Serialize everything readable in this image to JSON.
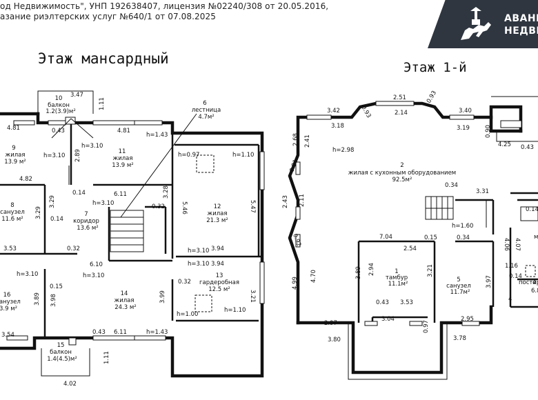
{
  "header": {
    "line1": "од Недвижимость\", УНП 192638407, лицензия №02240/308 от 20.05.2016,",
    "line2": "азание риэлтерских услуг №640/1 от 07.08.2025"
  },
  "logo": {
    "line1": "АВАНГ",
    "line2": "НЕДВИ",
    "icon": "knight-on-horse-icon"
  },
  "titles": {
    "attic": "Этаж мансардный",
    "first": "Этаж 1-й"
  },
  "attic_rooms": {
    "r10": {
      "num": "10",
      "name": "балкон",
      "area": "1.2(3.9)м²"
    },
    "r9": {
      "num": "9",
      "name": "жилая",
      "area": "13.9 м²"
    },
    "r11": {
      "num": "11",
      "name": "жилая",
      "area": "13.9 м²"
    },
    "r6": {
      "num": "6",
      "name": "лестница",
      "area": "4.7м²"
    },
    "r8": {
      "num": "8",
      "name": "санузел",
      "area": "11.6 м²"
    },
    "r7": {
      "num": "7",
      "name": "коридор",
      "area": "13.6 м²"
    },
    "r12": {
      "num": "12",
      "name": "жилая",
      "area": "21.3 м²"
    },
    "r13": {
      "num": "13",
      "name": "гардеробная",
      "area": "12.5 м²"
    },
    "r16": {
      "num": "16",
      "name": "санузел",
      "area": "3.9 м²"
    },
    "r14": {
      "num": "14",
      "name": "жилая",
      "area": "24.3 м²"
    },
    "r15": {
      "num": "15",
      "name": "балкон",
      "area": "1.4(4.5)м²"
    }
  },
  "first_rooms": {
    "r2": {
      "num": "2",
      "name": "жилая с кухонным оборудованием",
      "area": "92.5м²"
    },
    "r1": {
      "num": "1",
      "name": "тамбур",
      "area": "11.1м²"
    },
    "r5": {
      "num": "5",
      "name": "санузел",
      "area": "11.7м²"
    },
    "r4": {
      "num": "4",
      "name": "постир",
      "area": "6.8"
    },
    "r3": {
      "num": "м"
    }
  },
  "heights": {
    "h310": "h=3.10",
    "h143": "h=1.43",
    "h097": "h=0.97",
    "h110": "h=1.10",
    "h100": "h=1.00",
    "h298": "h=2.98",
    "h160": "h=1.60"
  },
  "attic_dims": {
    "d347": "3.47",
    "d111a": "1.11",
    "d481a": "4.81",
    "d043a": "0.43",
    "d481b": "4.81",
    "d289": "2.89",
    "d482": "4.82",
    "d014a": "0.14",
    "d611a": "6.11",
    "d329a": "3.29",
    "d329b": "3.29",
    "d014b": "0.14",
    "d328": "3.28",
    "d546": "5.46",
    "d032a": "0.32",
    "d547": "5.47",
    "d353": "3.53",
    "d032b": "0.32",
    "d394a": "3.94",
    "d394b": "3.94",
    "d610": "6.10",
    "d015": "0.15",
    "d032c": "0.32",
    "d399": "3.99",
    "d321": "3.21",
    "d389": "3.89",
    "d398": "3.98",
    "d354": "3.54",
    "d043b": "0.43",
    "d611b": "6.11",
    "d111b": "1.11",
    "d402": "4.02"
  },
  "first_dims": {
    "d342": "3.42",
    "d318": "3.18",
    "d093a": "0.93",
    "d251": "2.51",
    "d214": "2.14",
    "d093b": "0.93",
    "d340": "3.40",
    "d319": "3.19",
    "d090": "0.90",
    "d425": "4.25",
    "d043a": "0.43",
    "d268": "2.68",
    "d241": "2.41",
    "d091": "0.91",
    "d243": "2.43",
    "d211": "2.11",
    "d092": "0.92",
    "d499": "4.99",
    "d470": "4.70",
    "d034a": "0.34",
    "d331": "3.31",
    "d704": "7.04",
    "d254": "2.54",
    "d015": "0.15",
    "d034b": "0.34",
    "d389": "3.89",
    "d294": "2.94",
    "d321": "3.21",
    "d397": "3.97",
    "d406": "4.06",
    "d407": "4.07",
    "d014a": "0.14",
    "d116": "1.16",
    "d014b": "0.14",
    "d043b": "0.43",
    "d353": "3.53",
    "d304": "3.04",
    "d097": "0.97",
    "d295": "2.95",
    "d297": "2.97",
    "d380": "3.80",
    "d378": "3.78",
    "d4": "4"
  }
}
